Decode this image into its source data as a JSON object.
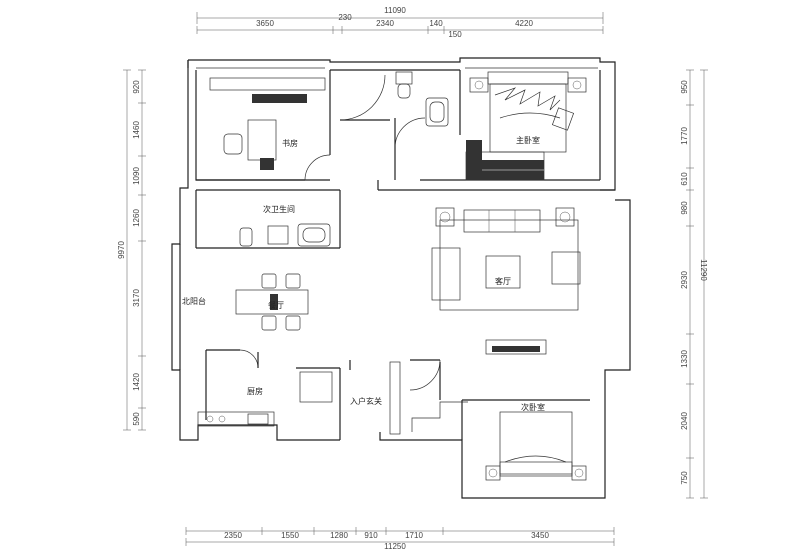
{
  "top_dims": {
    "total": "11090",
    "segments": [
      "3650",
      "230",
      "2340",
      "140",
      "150",
      "4220"
    ]
  },
  "bottom_dims": {
    "total": "11250",
    "segments": [
      "2350",
      "1550",
      "1280",
      "910",
      "1710",
      "3450"
    ]
  },
  "left_dims": {
    "total": "9970",
    "segments": [
      "920",
      "1460",
      "1090",
      "1260",
      "3170",
      "1420",
      "590"
    ]
  },
  "right_dims": {
    "total": "11290",
    "segments": [
      "950",
      "1770",
      "610",
      "980",
      "2930",
      "1330",
      "2040",
      "750"
    ]
  },
  "rooms": {
    "study": "书房",
    "master_bedroom": "主卧室",
    "second_bathroom": "次卫生间",
    "living_room": "客厅",
    "dining_room": "餐厅",
    "north_balcony": "北阳台",
    "kitchen": "厨房",
    "entrance": "入户玄关",
    "second_bedroom": "次卧室"
  }
}
